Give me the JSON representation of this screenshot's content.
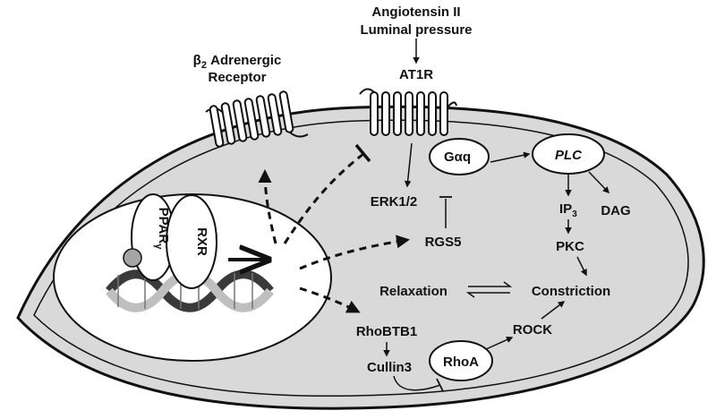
{
  "stimulus": {
    "line1": "Angiotensin II",
    "line2": "Luminal pressure"
  },
  "receptors": {
    "b2_prefix": "β",
    "b2_sub": "2",
    "b2_rest": " Adrenergic",
    "b2_line2": "Receptor",
    "at1r": "AT1R"
  },
  "nucleus": {
    "ppar_main": "PPAR",
    "ppar_sub": "γ",
    "rxr": "RXR"
  },
  "nodes": {
    "gaq_main": "Gα",
    "gaq_sub": "q",
    "plc": "PLC",
    "erk": "ERK1/2",
    "ip3_main": "IP",
    "ip3_sub": "3",
    "dag": "DAG",
    "pkc": "PKC",
    "rgs5": "RGS5",
    "relaxation": "Relaxation",
    "constriction": "Constriction",
    "rhobtb1": "RhoBTB1",
    "cullin3": "Cullin3",
    "rhoa": "RhoA",
    "rock": "ROCK"
  },
  "colors": {
    "cell_fill": "#d9d9d9",
    "outline": "#111111",
    "nucleus_fill": "#ffffff",
    "ligand_fill": "#a6a6a6",
    "dna_dark": "#3a3a3a",
    "dna_light": "#bfbfbf"
  }
}
